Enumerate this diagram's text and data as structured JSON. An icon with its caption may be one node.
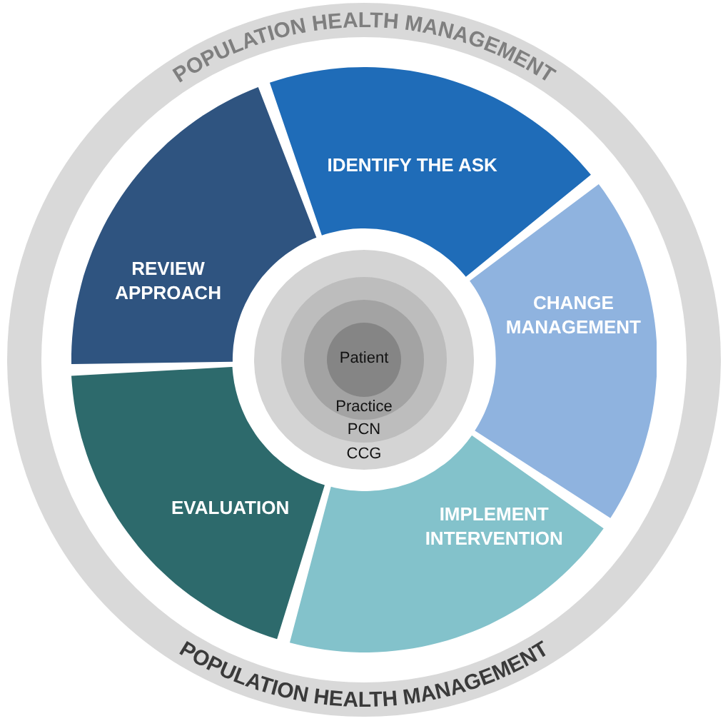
{
  "diagram": {
    "nodes": [
      {
        "text": [
          "POPULATION HEALTH MANAGEMENT",
          "POPULATION HEALTH MANAGEMENT"
        ]
      },
      {
        "text": [
          "IDENTIFY THE ASK"
        ],
        "in": 0
      },
      {
        "text": [
          "CHANGE MANAGEMENT"
        ],
        "in": 0
      },
      {
        "text": [
          "IMPLEMENT INTERVENTION"
        ],
        "in": 0
      },
      {
        "text": [
          "EVALUATION"
        ],
        "in": 0
      },
      {
        "text": [
          "REVIEW APPROACH"
        ],
        "in": 0
      },
      {
        "text": [
          "CCG"
        ],
        "in": 0
      },
      {
        "text": [
          "PCN"
        ],
        "in": 6
      },
      {
        "text": [
          "Practice"
        ],
        "in": 7
      },
      {
        "text": [
          "Patient"
        ],
        "in": 8
      }
    ]
  }
}
